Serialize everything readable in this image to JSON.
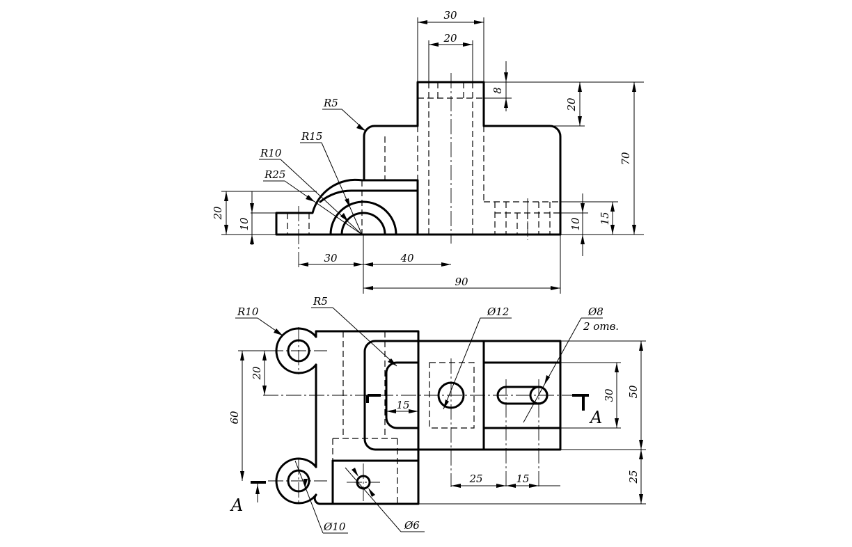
{
  "front_view": {
    "width_30": "30",
    "width_20": "20",
    "depth_8": "8",
    "height_20": "20",
    "height_70": "70",
    "r5": "R5",
    "r15": "R15",
    "r10": "R10",
    "r25": "R25",
    "left_20": "20",
    "left_10": "10",
    "right_10": "10",
    "right_15": "15",
    "bottom_30": "30",
    "bottom_40": "40",
    "bottom_90": "90"
  },
  "top_view": {
    "r10": "R10",
    "r5": "R5",
    "d12": "Ø12",
    "d8": "Ø8",
    "holes_note": "2 отв.",
    "dim_20": "20",
    "dim_60": "60",
    "dim_15_slot": "15",
    "dim_30": "30",
    "dim_50": "50",
    "dim_25_right": "25",
    "dim_25": "25",
    "dim_15": "15",
    "d10": "Ø10",
    "d6": "Ø6",
    "section_left": "A",
    "section_right": "A"
  }
}
